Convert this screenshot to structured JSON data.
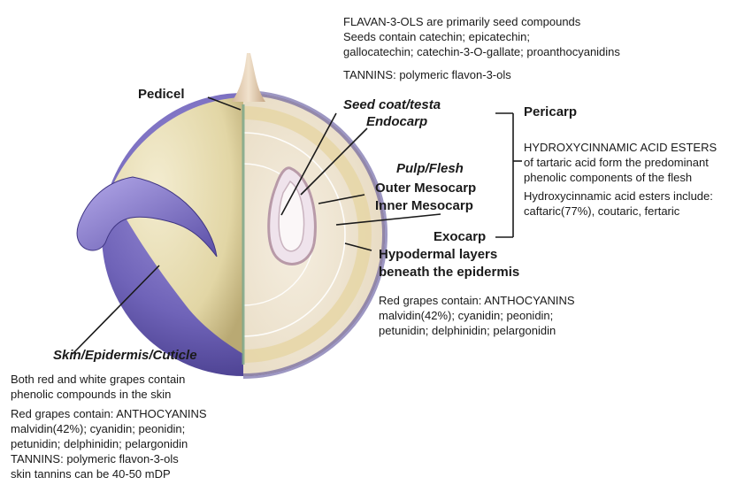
{
  "labels": {
    "pedicel": "Pedicel",
    "seed_coat": "Seed coat/testa",
    "endocarp": "Endocarp",
    "pulp": "Pulp/Flesh",
    "outer_mesocarp": "Outer Mesocarp",
    "inner_mesocarp": "Inner Mesocarp",
    "pericarp": "Pericarp",
    "exocarp": "Exocarp",
    "hypodermal": [
      "Hypodermal layers",
      "beneath the epidermis"
    ],
    "skin": "Skin/Epidermis/Cuticle"
  },
  "seed_notes": {
    "lines": [
      "FLAVAN-3-OLS are primarily seed compounds",
      "Seeds contain catechin; epicatechin;",
      "gallocatechin; catechin-3-O-gallate; proanthocyanidins"
    ],
    "tannins": "TANNINS: polymeric flavon-3-ols"
  },
  "flesh_notes": {
    "lines": [
      "HYDROXYCINNAMIC ACID ESTERS",
      "of tartaric acid form the predominant",
      "phenolic components of the flesh",
      "Hydroxycinnamic acid esters include:",
      "caftaric(77%), coutaric,  fertaric"
    ]
  },
  "hypodermal_notes": {
    "lines": [
      "Red grapes contain:  ANTHOCYANINS",
      "malvidin(42%); cyanidin; peonidin;",
      "petunidin; delphinidin; pelargonidin"
    ]
  },
  "skin_notes": {
    "lines": [
      "Both red and white grapes contain",
      "phenolic compounds in the skin",
      "Red grapes contain:  ANTHOCYANINS",
      "malvidin(42%); cyanidin; peonidin;",
      "petunidin; delphinidin; pelargonidin",
      "TANNINS: polymeric flavon-3-ols",
      "skin tannins can be 40-50 mDP"
    ]
  },
  "colors": {
    "skin_purple": "#6f63b8",
    "flesh_cream": "#e8dfb8",
    "cut_face": "#efe6d2",
    "seed": "#f4eef0"
  }
}
